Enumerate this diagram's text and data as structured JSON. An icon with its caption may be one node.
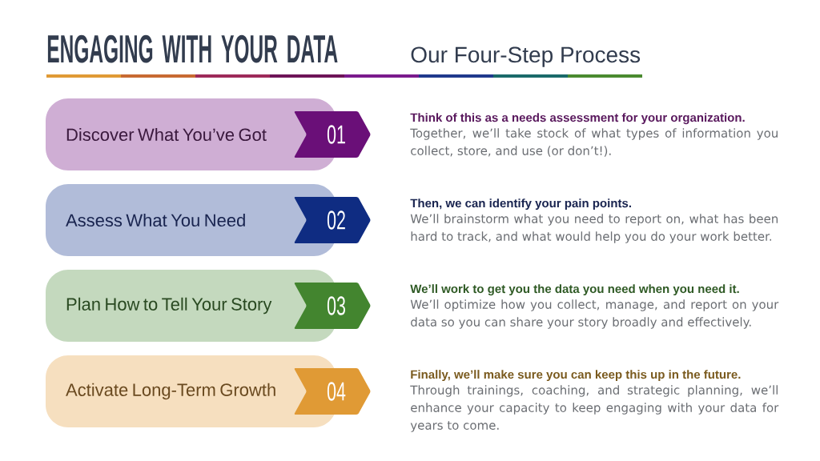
{
  "diagram": {
    "title": "ENGAGING WITH YOUR DATA",
    "nodes": [
      {
        "text": [
          "Discover What You’ve Got"
        ],
        "beside": [
          "Think of this as a needs assessment for your organization.",
          "Together, we’ll take stock of what types of information you collect, store, and use (or don’t!)."
        ]
      },
      {
        "text": [
          "01"
        ]
      },
      {
        "text": [
          "Assess What You Need"
        ],
        "beside": [
          "Then, we can identify your pain points.",
          "We’ll brainstorm what you need to report on, what has been hard to track, and what would help you do your work better."
        ]
      },
      {
        "text": [
          "02"
        ]
      },
      {
        "text": [
          "Plan How to Tell Your Story"
        ],
        "beside": [
          "We’ll work to get you the data you need when you need it.",
          "We’ll optimize how you collect, manage, and report on your data so you can share your story broadly and effectively."
        ]
      },
      {
        "text": [
          "03"
        ]
      },
      {
        "text": [
          "Activate Long-Term Growth"
        ],
        "beside": [
          "Finally, we’ll make sure you can keep this up in the future.",
          "Through trainings, coaching, and strategic planning, we’ll enhance your capacity to keep engaging with your data for years to come."
        ]
      },
      {
        "text": [
          "04"
        ]
      }
    ],
    "labels": [
      "Our Four-Step Process"
    ]
  }
}
